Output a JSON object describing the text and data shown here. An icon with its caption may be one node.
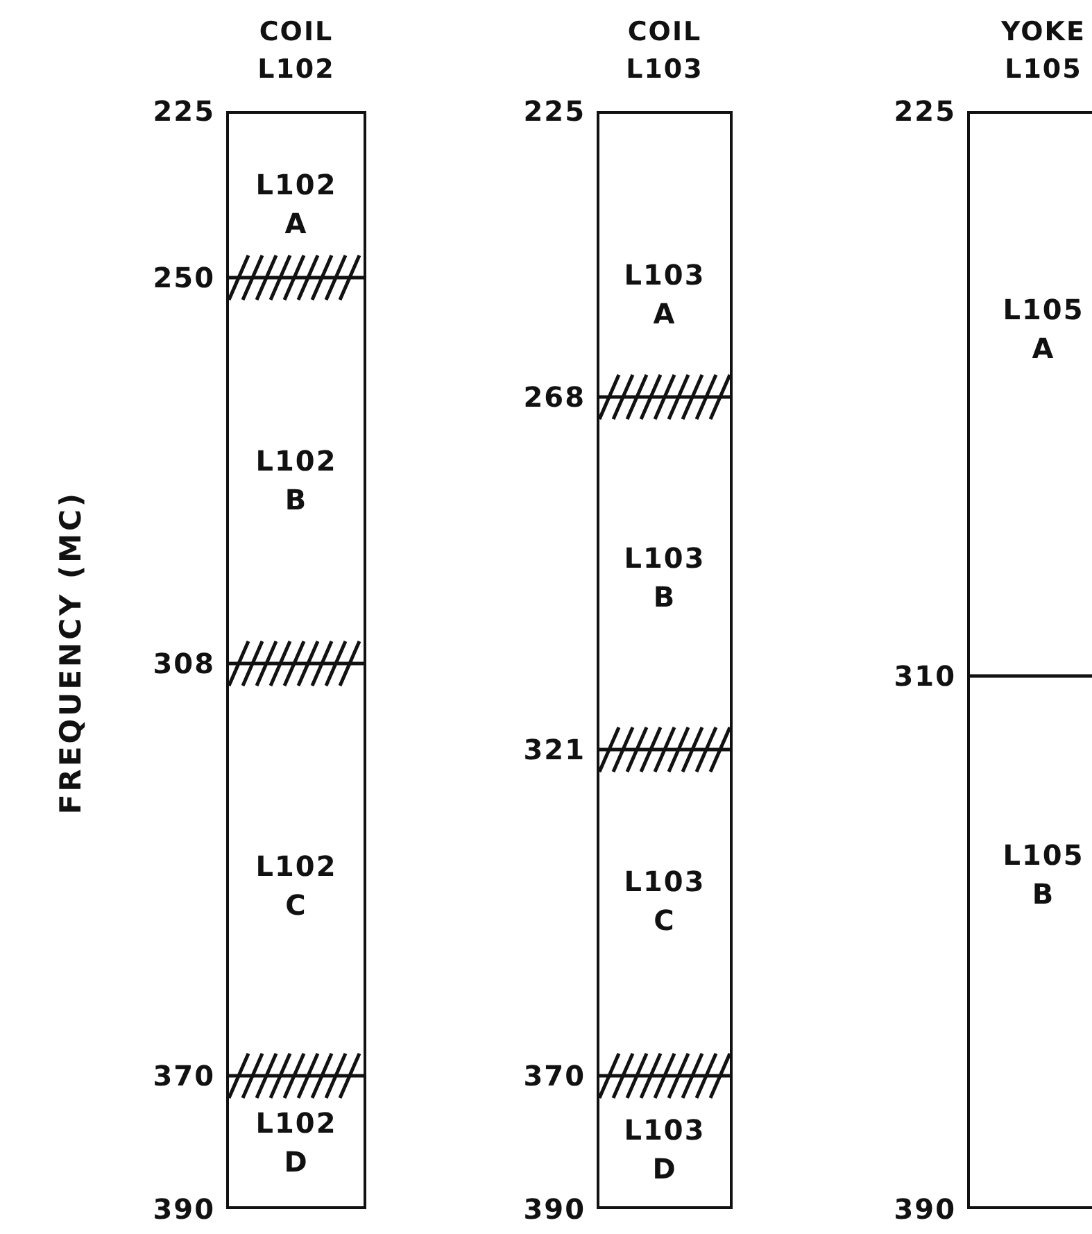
{
  "diagram": {
    "nodes": [
      {
        "text": [
          "COIL L102"
        ]
      },
      {
        "text": [
          "L102 A"
        ],
        "in": 0
      },
      {
        "text": [
          "L102 B"
        ],
        "in": 0
      },
      {
        "text": [
          "L102 C"
        ],
        "in": 0
      },
      {
        "text": [
          "L102 D"
        ],
        "in": 0
      },
      {
        "text": [
          "COIL L103"
        ]
      },
      {
        "text": [
          "L103 A"
        ],
        "in": 5
      },
      {
        "text": [
          "L103 B"
        ],
        "in": 5
      },
      {
        "text": [
          "L103 C"
        ],
        "in": 5
      },
      {
        "text": [
          "L103 D"
        ],
        "in": 5
      },
      {
        "text": [
          "YOKE L105"
        ]
      },
      {
        "text": [
          "L105 A"
        ],
        "in": 10
      },
      {
        "text": [
          "L105 B"
        ],
        "in": 10
      }
    ],
    "edges": [],
    "labels": [
      "FREQUENCY (MC)",
      "225",
      "250",
      "308",
      "370",
      "390",
      "225",
      "268",
      "321",
      "370",
      "390",
      "225",
      "310",
      "390"
    ]
  }
}
